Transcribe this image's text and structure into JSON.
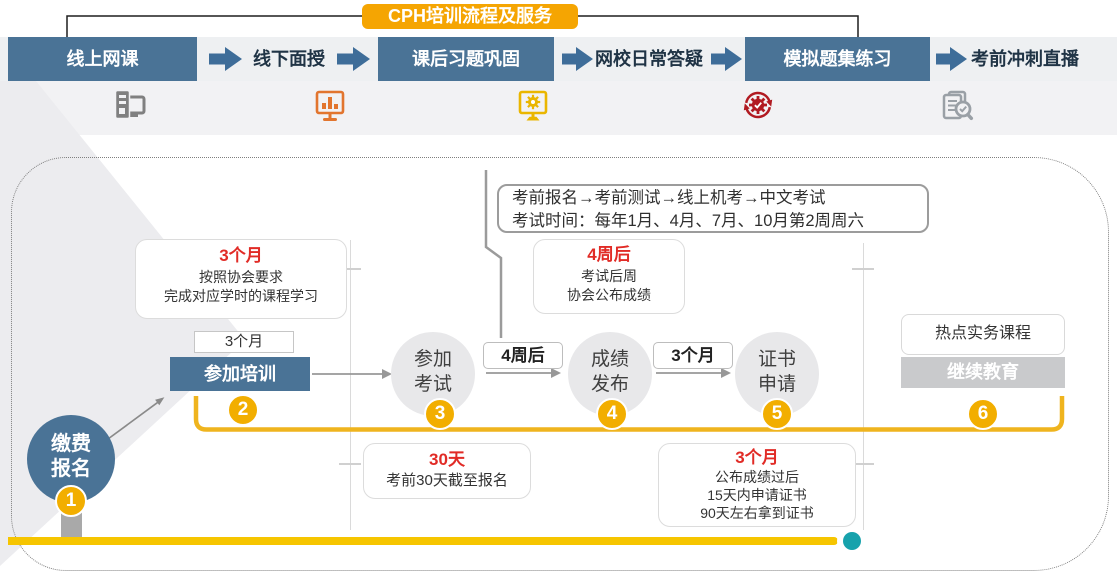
{
  "banner": {
    "label": "CPH培训流程及服务"
  },
  "colors": {
    "blue": "#4a7396",
    "gold": "#f5a502",
    "goldnum": "#f2ae00",
    "red": "#e12b26",
    "teal": "#17a2ac",
    "bracket": "#efb41e",
    "yline": "#f6c500"
  },
  "header": {
    "steps": [
      {
        "label": "线上网课"
      },
      {
        "label": "线下面授"
      },
      {
        "label": "课后习题巩固"
      },
      {
        "label": "网校日常答疑"
      },
      {
        "label": "模拟题集练习"
      },
      {
        "label": "考前冲刺直播"
      }
    ],
    "icons": [
      "computer-icon",
      "presentation-chart-icon",
      "gear-monitor-icon",
      "sync-gear-icon",
      "document-search-icon"
    ]
  },
  "flow": {
    "step1": {
      "line1": "缴费",
      "line2": "报名",
      "number": "1"
    },
    "step2": {
      "label": "参加培训",
      "number": "2",
      "duration_tag": "3个月",
      "note": {
        "title": "3个月",
        "line1": "按照协会要求",
        "line2": "完成对应学时的课程学习"
      }
    },
    "step3": {
      "line1": "参加",
      "line2": "考试",
      "number": "3"
    },
    "gap34": {
      "label": "4周后"
    },
    "step4": {
      "line1": "成绩",
      "line2": "发布",
      "number": "4",
      "note": {
        "title": "4周后",
        "line1": "考试后周",
        "line2": "协会公布成绩"
      }
    },
    "gap45": {
      "label": "3个月"
    },
    "step5": {
      "line1": "证书",
      "line2": "申请",
      "number": "5"
    },
    "step6": {
      "label": "继续教育",
      "number": "6",
      "note": "热点实务课程"
    },
    "exam_info": {
      "line1": "考前报名→考前测试→线上机考→中文考试",
      "line2": "考试时间：每年1月、4月、7月、10月第2周周六"
    },
    "note_bottom_left": {
      "title": "30天",
      "line1": "考前30天截至报名"
    },
    "note_bottom_right": {
      "title": "3个月",
      "line1": "公布成绩过后",
      "line2": "15天内申请证书",
      "line3": "90天左右拿到证书"
    }
  }
}
